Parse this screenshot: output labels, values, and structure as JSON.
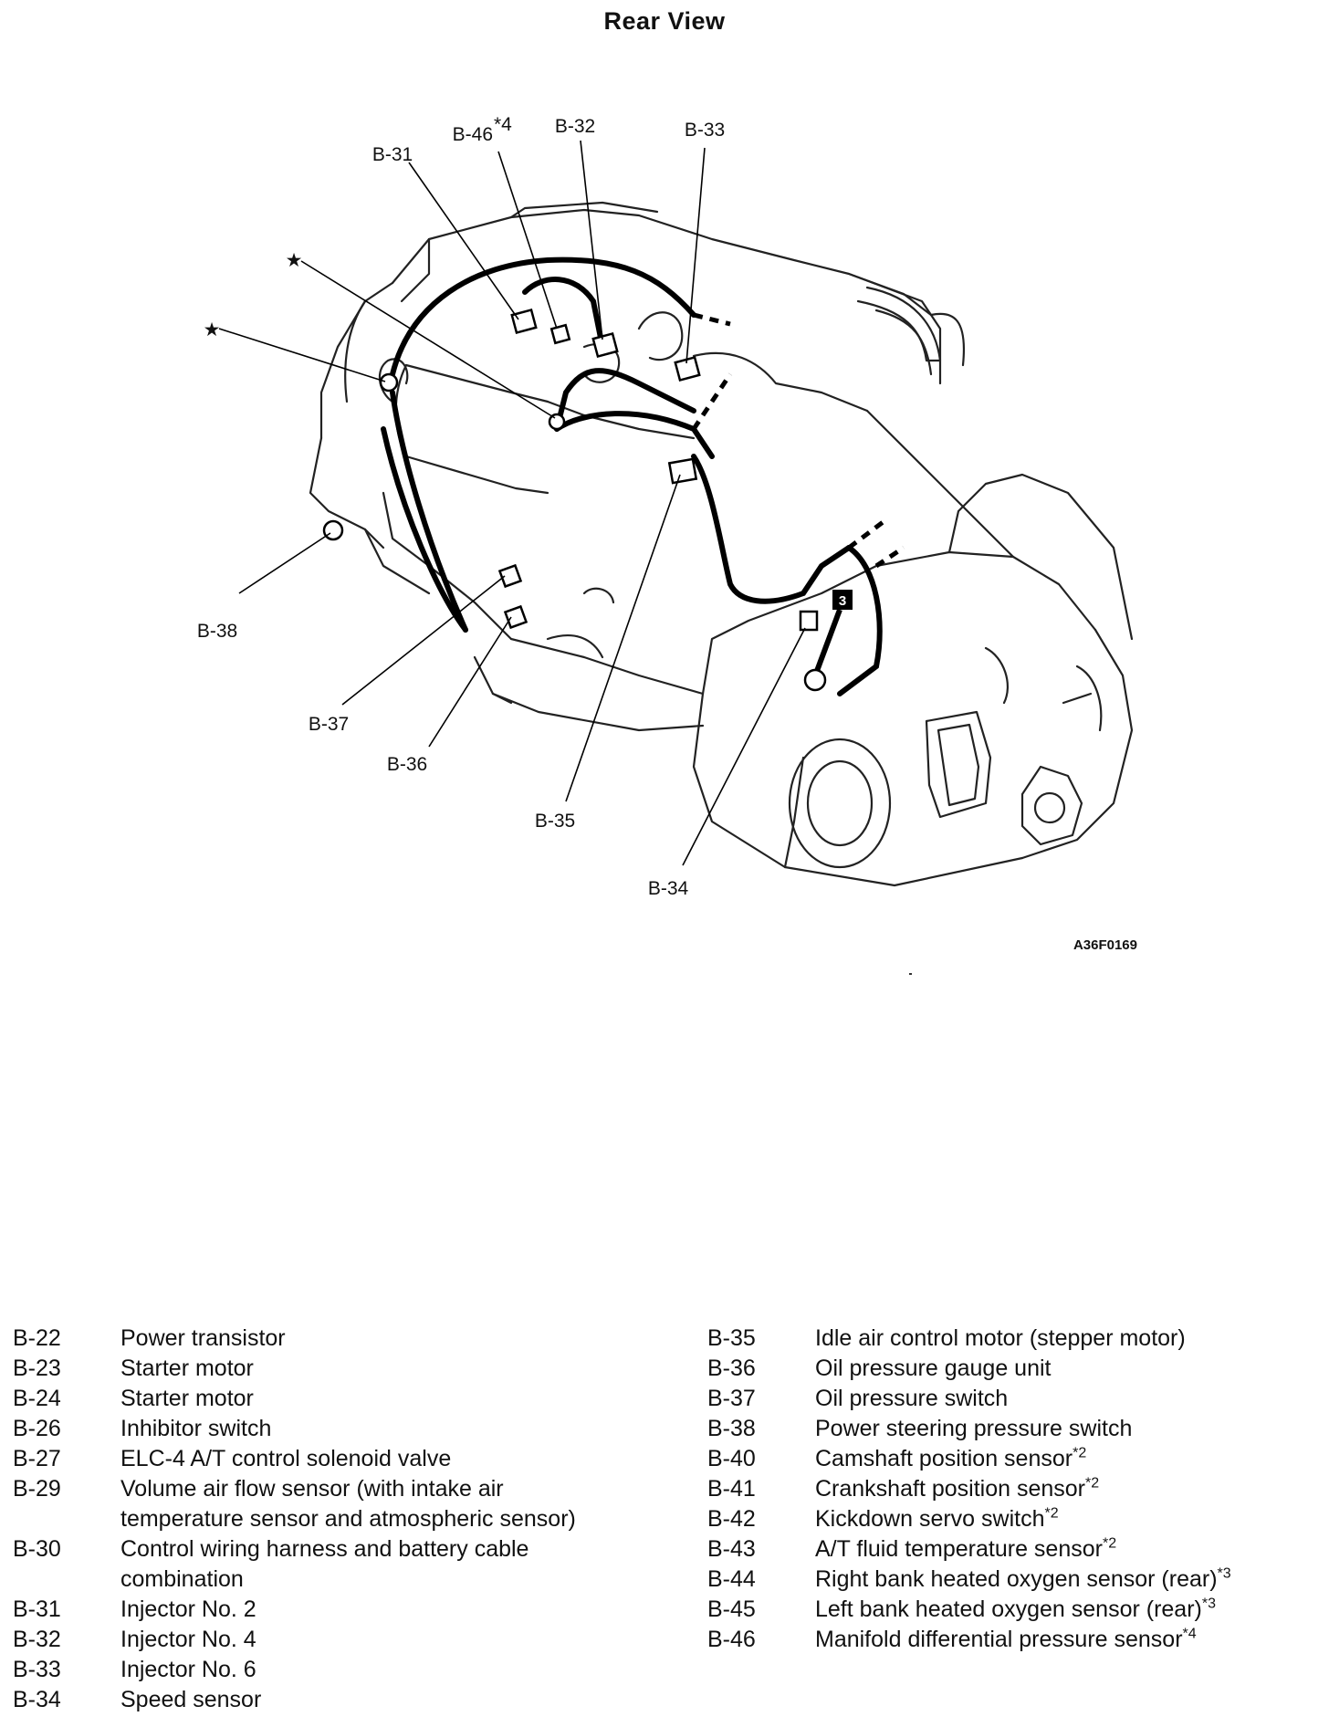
{
  "title": "Rear View",
  "figure_code": "A36F0169",
  "badge": "3",
  "star": "★",
  "callouts": {
    "b31": "B-31",
    "b46": "B-46",
    "b46_note": "*4",
    "b32": "B-32",
    "b33": "B-33",
    "b38": "B-38",
    "b37": "B-37",
    "b36": "B-36",
    "b35": "B-35",
    "b34": "B-34"
  },
  "legend_left": [
    {
      "id": "B-22",
      "name": "Power transistor",
      "note": ""
    },
    {
      "id": "B-23",
      "name": "Starter motor",
      "note": ""
    },
    {
      "id": "B-24",
      "name": "Starter motor",
      "note": ""
    },
    {
      "id": "B-26",
      "name": "Inhibitor switch",
      "note": ""
    },
    {
      "id": "B-27",
      "name": "ELC-4 A/T control solenoid valve",
      "note": ""
    },
    {
      "id": "B-29",
      "name": "Volume air flow sensor (with intake air",
      "name2": "temperature sensor and atmospheric sensor)",
      "note": ""
    },
    {
      "id": "B-30",
      "name": "Control wiring harness and battery cable",
      "name2": "combination",
      "note": ""
    },
    {
      "id": "B-31",
      "name": "Injector No. 2",
      "note": ""
    },
    {
      "id": "B-32",
      "name": "Injector No. 4",
      "note": ""
    },
    {
      "id": "B-33",
      "name": "Injector No. 6",
      "note": ""
    },
    {
      "id": "B-34",
      "name": "Speed sensor",
      "note": ""
    }
  ],
  "legend_right": [
    {
      "id": "B-35",
      "name": "Idle air control motor (stepper motor)",
      "note": ""
    },
    {
      "id": "B-36",
      "name": "Oil pressure gauge unit",
      "note": ""
    },
    {
      "id": "B-37",
      "name": "Oil pressure switch",
      "note": ""
    },
    {
      "id": "B-38",
      "name": "Power steering pressure switch",
      "note": ""
    },
    {
      "id": "B-40",
      "name": "Camshaft position sensor",
      "note": "*2"
    },
    {
      "id": "B-41",
      "name": "Crankshaft position sensor",
      "note": "*2"
    },
    {
      "id": "B-42",
      "name": "Kickdown servo switch",
      "note": "*2"
    },
    {
      "id": "B-43",
      "name": "A/T fluid temperature sensor",
      "note": "*2"
    },
    {
      "id": "B-44",
      "name": "Right bank heated oxygen sensor (rear)",
      "note": "*3"
    },
    {
      "id": "B-45",
      "name": "Left bank heated oxygen sensor (rear)",
      "note": "*3"
    },
    {
      "id": "B-46",
      "name": "Manifold differential pressure sensor",
      "note": "*4"
    }
  ]
}
